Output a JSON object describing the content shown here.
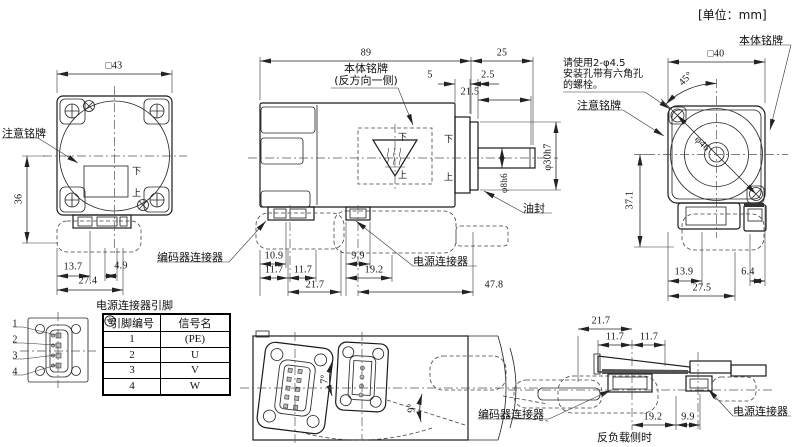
{
  "unit_note": "[单位：mm]",
  "front_view": {
    "dim_width": "□43",
    "dim_height": "36",
    "dim_a": "13.7",
    "dim_b": "4.9",
    "dim_c": "27.4",
    "label_caution": "注意铭牌",
    "label_down": "下",
    "label_up": "上"
  },
  "side_view": {
    "dim_length": "89",
    "dim_shaft_len": "25",
    "dim_cap": "5",
    "dim_spigot": "2.5",
    "dim_shaft_ext": "21.5",
    "nameplate_line1": "本体铭牌",
    "nameplate_line2": "(反方向一侧)",
    "label_down": "下",
    "label_up": "上",
    "dim_shaft_dia": "φ8h6",
    "dim_spigot_dia": "φ30h7",
    "label_oil_seal": "油封",
    "dim_e1": "10.9",
    "dim_e2": "11.7",
    "dim_e3": "11.7",
    "dim_e4": "21.7",
    "dim_p1": "9.9",
    "dim_p2": "19.2",
    "dim_p3": "47.8",
    "label_encoder": "编码器连接器",
    "label_power": "电源连接器"
  },
  "rear_view": {
    "dim_width": "□40",
    "dim_angle": "45°",
    "dim_bolt_circle": "φ46",
    "dim_height": "37.1",
    "dim_a": "13.9",
    "dim_b": "6.4",
    "dim_c": "27.5",
    "label_nameplate": "本体铭牌",
    "label_caution": "注意铭牌",
    "mounting_note_line1": "请使用2-φ4.5",
    "mounting_note_line2": "安装孔带有六角孔",
    "mounting_note_line3": "的螺栓。"
  },
  "pin_table": {
    "title": "电源连接器引脚",
    "headers": [
      "引脚编号",
      "信号名"
    ],
    "rows": [
      {
        "pin": "1",
        "signal": "(PE)"
      },
      {
        "pin": "2",
        "signal": "U"
      },
      {
        "pin": "3",
        "signal": "V"
      },
      {
        "pin": "4",
        "signal": "W"
      }
    ],
    "pin_labels": [
      "1",
      "2",
      "3",
      "4"
    ]
  },
  "bottom_view": {
    "dim_angle_encoder": "7°",
    "dim_angle_power": "9°"
  },
  "anti_load_view": {
    "dim_a": "21.7",
    "dim_b": "11.7",
    "dim_c": "11.7",
    "dim_d": "19.2",
    "dim_e": "9.9",
    "label_encoder": "编码器连接器",
    "label_power": "电源连接器",
    "caption": "反负载侧时"
  }
}
